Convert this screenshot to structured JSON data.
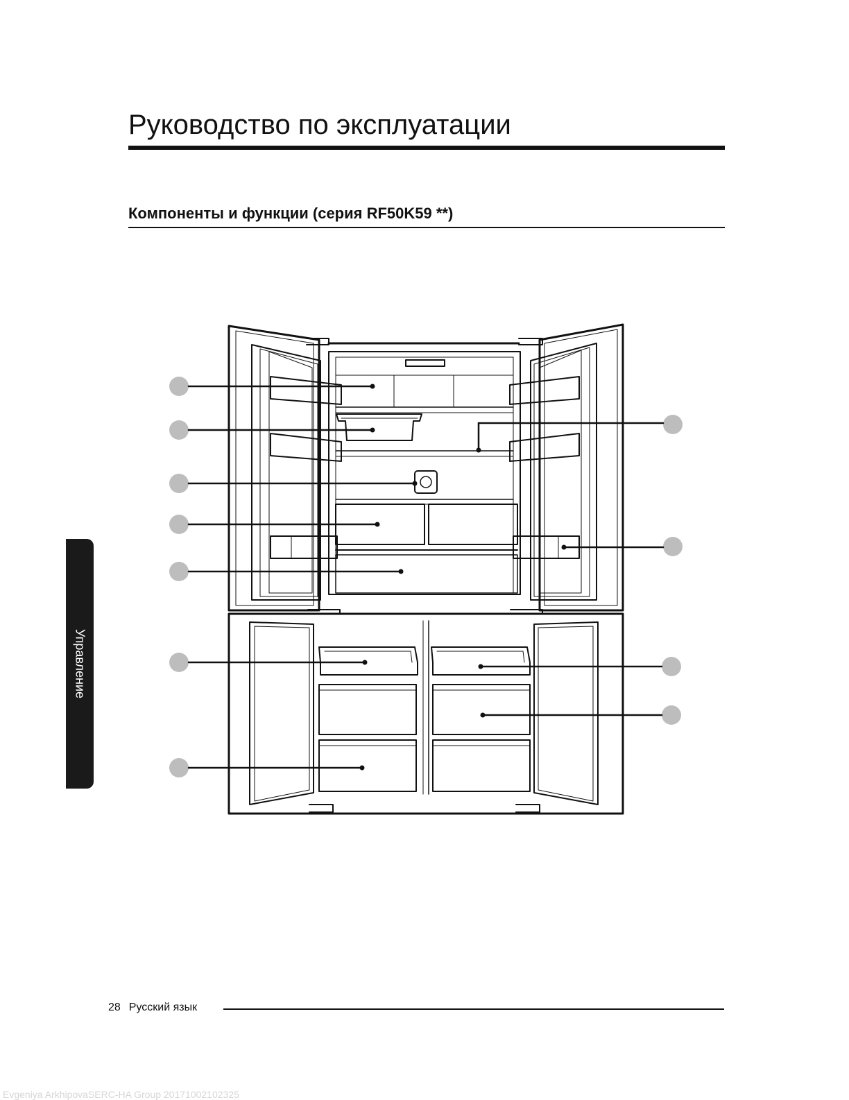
{
  "header": {
    "title": "Руководство по эксплуатации",
    "section_title": "Компоненты и функции (серия RF50K59 **)"
  },
  "side_tab": {
    "label": "Управление"
  },
  "diagram": {
    "subject": "refrigerator-open-doors",
    "callout_count": 11
  },
  "footer": {
    "page_number": "28",
    "language": "Русский язык"
  },
  "watermark": {
    "text": "Evgeniya ArkhipovaSERC-HA Group 20171002102325"
  },
  "colors": {
    "text": "#111111",
    "callout_circle": "#bdbdbd",
    "side_tab": "#1a1a1a"
  }
}
